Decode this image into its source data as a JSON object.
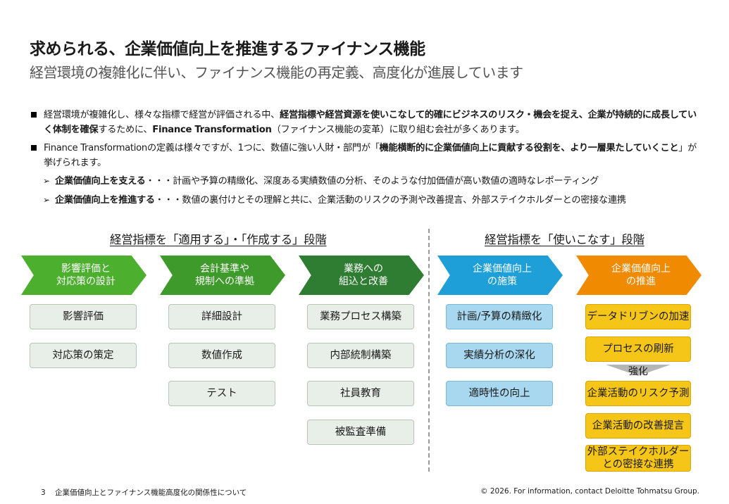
{
  "header": {
    "title": "求められる、企業価値向上を推進するファイナンス機能",
    "subtitle": "経営環境の複雑化に伴い、ファイナンス機能の再定義、高度化が進展しています"
  },
  "bullets": {
    "b1": {
      "t1": "経営環境が複雑化し、様々な指標で経営が評価される中、",
      "t2": "経営指標や経営資源を使いこなして的確にビジネスのリスク・機会を捉え、企業が持続的に成長していく体制を確保",
      "t3": "するために、",
      "t4": "Finance Transformation",
      "t5": "（ファイナンス機能の変革）に取り組む会社が多くあります。"
    },
    "b2": {
      "t1": "Finance Transformationの定義は様々ですが、1つに、数値に強い人財・部門が「",
      "t2": "機能横断的に企業価値向上に貢献する役割を、より一層果たしていくこと",
      "t3": "」が挙げられます。"
    },
    "s1": {
      "bold": "企業価値向上を支える",
      "rest": "・・・計画や予算の精緻化、深度ある実績数値の分析、そのような付加価値が高い数値の適時なレポーティング"
    },
    "s2": {
      "bold": "企業価値向上を推進する",
      "rest": "・・・数値の裏付けとその理解と共に、企業活動のリスクの予測や改善提言、外部ステイクホルダーとの密接な連携"
    },
    "arrow_glyph": "➢"
  },
  "sections": {
    "left": "経営指標を「適用する」・「作成する」段階",
    "right": "経営指標を「使いこなす」段階"
  },
  "columns": [
    {
      "header": "影響評価と\n対応策の設計",
      "color": "#4caf2e",
      "items": [
        "影響評価",
        "対応策の策定"
      ]
    },
    {
      "header": "会計基準や\n規制への準拠",
      "color": "#3e9a2a",
      "items": [
        "詳細設計",
        "数値作成",
        "テスト"
      ]
    },
    {
      "header": "業務への\n組込と改善",
      "color": "#2e7d32",
      "items": [
        "業務プロセス構築",
        "内部統制構築",
        "社員教育",
        "被監査準備"
      ]
    },
    {
      "header": "企業価値向上\nの施策",
      "color": "#1e9fd8",
      "items": [
        "計画/予算の精緻化",
        "実績分析の深化",
        "適時性の向上"
      ]
    },
    {
      "header": "企業価値向上\nの推進",
      "color": "#f08a00",
      "items": [
        "データドリブンの加速",
        "プロセスの刷新"
      ],
      "items2": [
        "企業活動のリスク予測",
        "企業活動の改善提言",
        "外部ステイクホルダー\nとの密接な連携"
      ]
    }
  ],
  "kyoka_label": "強化",
  "footer": {
    "page": "3",
    "doc": "企業価値向上とファイナンス機能高度化の関係性について",
    "copyright": "© 2026. For information, contact Deloitte Tohmatsu Group."
  }
}
